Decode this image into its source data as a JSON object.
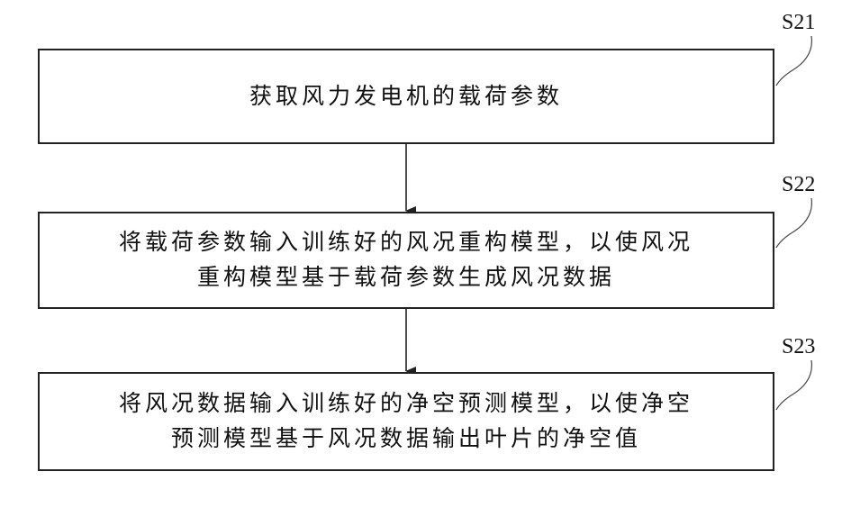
{
  "steps": [
    {
      "id": "S21",
      "lines": [
        "获取风力发电机的载荷参数"
      ]
    },
    {
      "id": "S22",
      "lines": [
        "将载荷参数输入训练好的风况重构模型，以使风况",
        "重构模型基于载荷参数生成风况数据"
      ]
    },
    {
      "id": "S23",
      "lines": [
        "将风况数据输入训练好的净空预测模型，以使净空",
        "预测模型基于风况数据输出叶片的净空值"
      ]
    }
  ],
  "colors": {
    "line": "#222222",
    "text": "#111111"
  }
}
